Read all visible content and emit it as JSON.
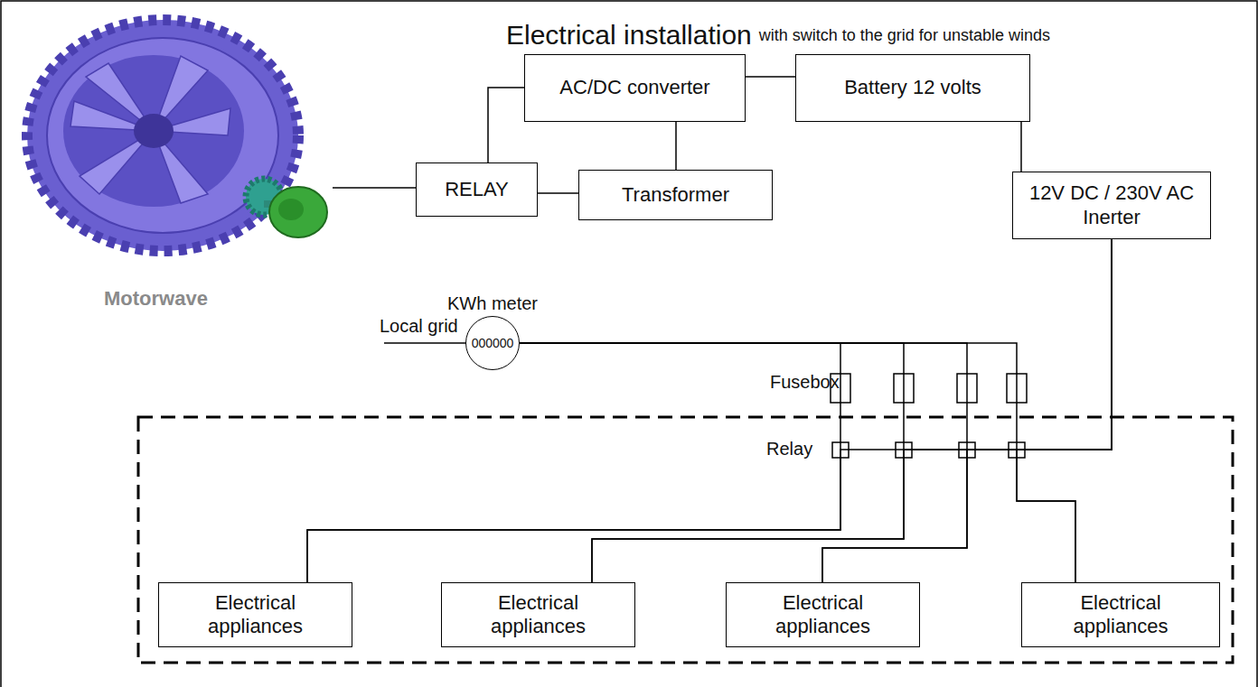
{
  "diagram": {
    "title": "Electrical installation",
    "nodes": [
      {
        "text": [
          "AC/DC converter"
        ]
      },
      {
        "text": [
          "Battery 12 volts"
        ]
      },
      {
        "text": [
          "RELAY"
        ]
      },
      {
        "text": [
          "Transformer"
        ]
      },
      {
        "text": [
          "12V DC / 230V AC Inerter"
        ]
      },
      {
        "text": [
          "KWh meter",
          "000000"
        ]
      },
      {
        "text": [
          "Electrical appliances"
        ]
      },
      {
        "text": [
          "Electrical appliances"
        ]
      },
      {
        "text": [
          "Electrical appliances"
        ]
      },
      {
        "text": [
          "Electrical appliances"
        ]
      }
    ],
    "edges": [
      {
        "from": 2,
        "to": 0,
        "arrow": "none"
      },
      {
        "from": 2,
        "to": 3,
        "arrow": "none"
      },
      {
        "from": 0,
        "to": 3,
        "arrow": "none"
      },
      {
        "from": 0,
        "to": 1,
        "arrow": "none"
      },
      {
        "from": 1,
        "to": 4,
        "arrow": "none"
      },
      {
        "from": 5,
        "to": 6,
        "arrow": "none"
      },
      {
        "from": 5,
        "to": 7,
        "arrow": "none"
      },
      {
        "from": 5,
        "to": 8,
        "arrow": "none"
      },
      {
        "from": 5,
        "to": 9,
        "arrow": "none"
      },
      {
        "from": 4,
        "to": 6,
        "arrow": "none"
      },
      {
        "from": 4,
        "to": 7,
        "arrow": "none"
      },
      {
        "from": 4,
        "to": 8,
        "arrow": "none"
      },
      {
        "from": 4,
        "to": 9,
        "arrow": "none"
      }
    ],
    "labels": [
      "with switch to the grid for unstable winds",
      "Motorwave",
      "Local grid",
      "Fusebox",
      "Relay"
    ]
  }
}
